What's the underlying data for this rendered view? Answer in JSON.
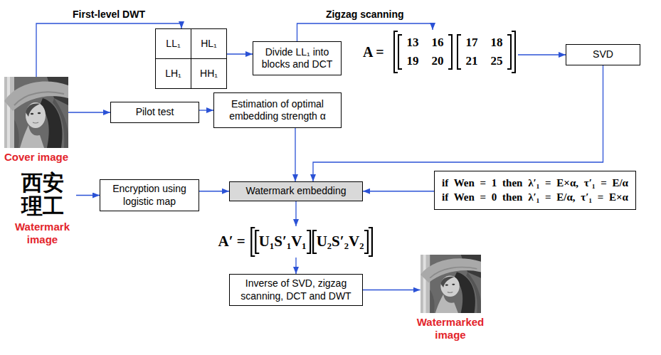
{
  "diagram": {
    "nodes": [
      {
        "text": [
          "LL₁"
        ]
      },
      {
        "text": [
          "HL₁"
        ]
      },
      {
        "text": [
          "LH₁"
        ]
      },
      {
        "text": [
          "HH₁"
        ]
      },
      {
        "text": [
          "Divide LL₁ into blocks and DCT"
        ]
      },
      {
        "text": [
          "A =",
          "13",
          "16",
          "17",
          "18",
          "19",
          "20",
          "21",
          "25"
        ]
      },
      {
        "text": [
          "SVD"
        ]
      },
      {
        "text": [
          "Cover image"
        ]
      },
      {
        "text": [
          "Pilot test"
        ]
      },
      {
        "text": [
          "Estimation of optimal embedding strength α"
        ]
      },
      {
        "text": [
          "西安",
          "理工",
          "Watermark image"
        ]
      },
      {
        "text": [
          "Encryption using logistic map"
        ]
      },
      {
        "text": [
          "Watermark embedding"
        ]
      },
      {
        "text": [
          "if Wen = 1 then λ′₁ = E×α, τ′₁ = E/α",
          "if Wen = 0 then λ′₁ = E/α, τ′₁ = E×α"
        ]
      },
      {
        "text": [
          "A′ =",
          "U₁S′₁V₁",
          "U₂S′₂V₂"
        ]
      },
      {
        "text": [
          "Inverse of SVD, zigzag scanning, DCT and DWT"
        ]
      },
      {
        "text": [
          "Watermarked image"
        ]
      }
    ],
    "edges": [
      {
        "from": 7,
        "to": 0,
        "arrow": "to",
        "label": "First-level DWT"
      },
      {
        "from": 1,
        "to": 4,
        "arrow": "to"
      },
      {
        "from": 4,
        "to": 5,
        "arrow": "to",
        "label": "Zigzag scanning"
      },
      {
        "from": 5,
        "to": 6,
        "arrow": "to"
      },
      {
        "from": 7,
        "to": 8,
        "arrow": "to"
      },
      {
        "from": 8,
        "to": 9,
        "arrow": "to"
      },
      {
        "from": 6,
        "to": 12,
        "arrow": "to"
      },
      {
        "from": 9,
        "to": 12,
        "arrow": "to"
      },
      {
        "from": 10,
        "to": 11,
        "arrow": "to"
      },
      {
        "from": 11,
        "to": 12,
        "arrow": "to"
      },
      {
        "from": 13,
        "to": 12,
        "arrow": "to"
      },
      {
        "from": 12,
        "to": 14,
        "arrow": "to"
      },
      {
        "from": 14,
        "to": 15,
        "arrow": "to"
      },
      {
        "from": 15,
        "to": 16,
        "arrow": "to"
      }
    ]
  }
}
